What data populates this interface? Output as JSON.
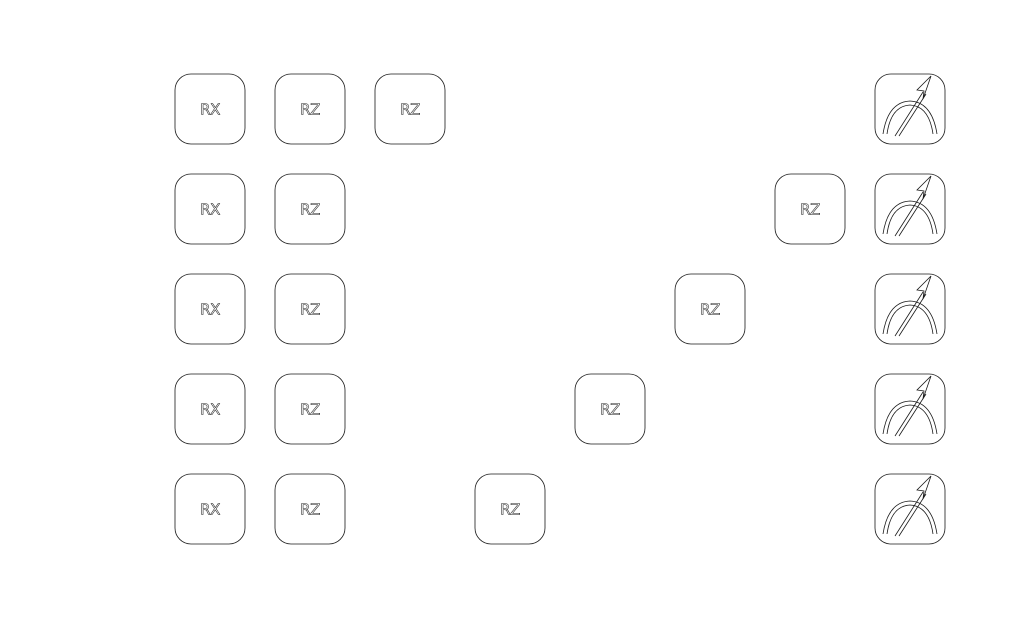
{
  "circuit": {
    "num_qubits": 5,
    "box_color": "#1a1a1a",
    "background": "#ffffff",
    "gates": [
      {
        "label": "RX",
        "qubit": 0,
        "column": 0
      },
      {
        "label": "RZ",
        "qubit": 0,
        "column": 1
      },
      {
        "label": "RZ",
        "qubit": 0,
        "column": 2
      },
      {
        "label": "RX",
        "qubit": 1,
        "column": 0
      },
      {
        "label": "RZ",
        "qubit": 1,
        "column": 1
      },
      {
        "label": "RZ",
        "qubit": 1,
        "column": 6
      },
      {
        "label": "RX",
        "qubit": 2,
        "column": 0
      },
      {
        "label": "RZ",
        "qubit": 2,
        "column": 1
      },
      {
        "label": "RZ",
        "qubit": 2,
        "column": 5
      },
      {
        "label": "RX",
        "qubit": 3,
        "column": 0
      },
      {
        "label": "RZ",
        "qubit": 3,
        "column": 1
      },
      {
        "label": "RZ",
        "qubit": 3,
        "column": 4
      },
      {
        "label": "RX",
        "qubit": 4,
        "column": 0
      },
      {
        "label": "RZ",
        "qubit": 4,
        "column": 1
      },
      {
        "label": "RZ",
        "qubit": 4,
        "column": 3
      }
    ],
    "measurements": [
      {
        "qubit": 0,
        "column": 7,
        "icon": "measurement-meter-icon"
      },
      {
        "qubit": 1,
        "column": 7,
        "icon": "measurement-meter-icon"
      },
      {
        "qubit": 2,
        "column": 7,
        "icon": "measurement-meter-icon"
      },
      {
        "qubit": 3,
        "column": 7,
        "icon": "measurement-meter-icon"
      },
      {
        "qubit": 4,
        "column": 7,
        "icon": "measurement-meter-icon"
      }
    ]
  }
}
